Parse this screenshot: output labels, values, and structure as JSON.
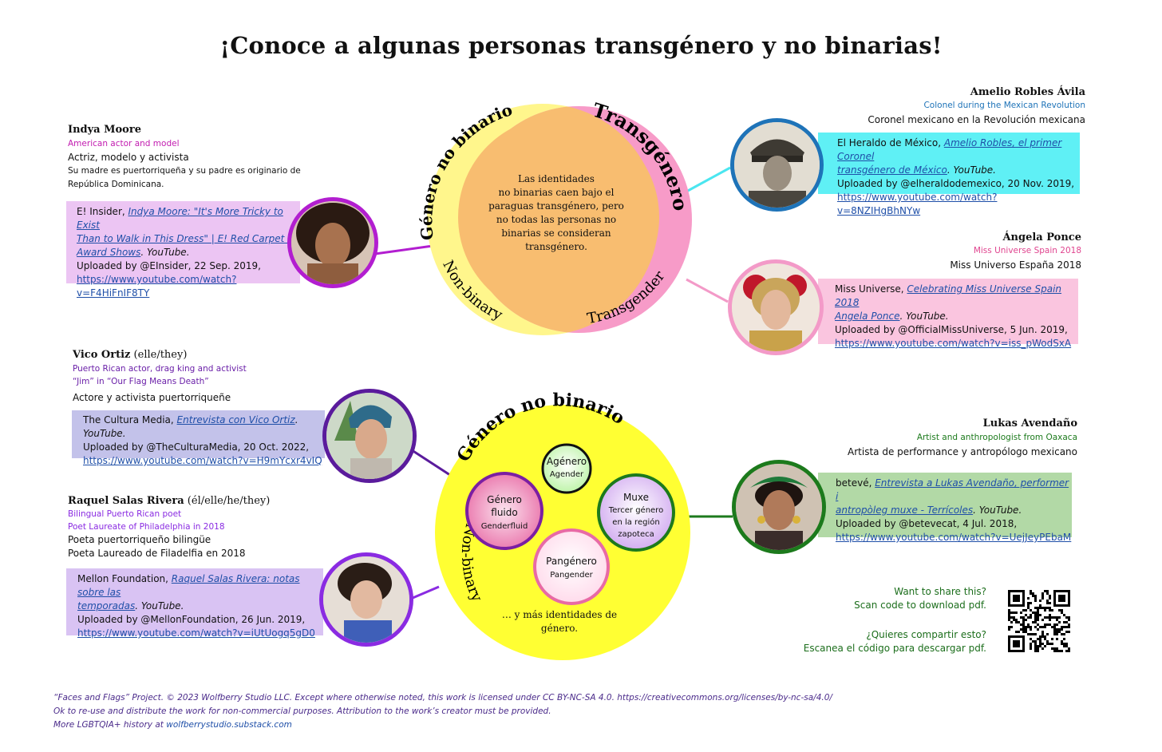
{
  "title": "¡Conoce a algunas personas transgénero y no binarias!",
  "colors": {
    "nonbinary_yellow": "#fff68c",
    "trans_pink": "#f79bc8",
    "overlap_orange": "#f8bd70",
    "bright_yellow": "#ffff33",
    "cyan": "#5ff0f5",
    "purple": "#7b1fa2",
    "green": "#1c6e1c"
  },
  "venn": {
    "nb_label_es": "Género no binario",
    "nb_label_en": "Non-binary",
    "trans_label_es": "Transgénero",
    "trans_label_en": "Transgender",
    "center_lines": [
      "Las identidades",
      "no binarias caen bajo el",
      "paraguas transgénero, pero",
      "no todas las personas no",
      "binarias se consideran",
      "transgénero."
    ]
  },
  "nb_circle": {
    "label_es": "Género no binario",
    "label_en": "Non-binary",
    "identities": [
      {
        "es": "Agénero",
        "en": "Agender"
      },
      {
        "es_line1": "Género",
        "es_line2": "fluido",
        "en": "Genderfluid"
      },
      {
        "es": "Muxe",
        "en_line1": "Tercer género",
        "en_line2": "en la región",
        "en_line3": "zapoteca"
      },
      {
        "es": "Pangénero",
        "en": "Pangender"
      }
    ],
    "more_line1": "… y más identidades de",
    "more_line2": "género."
  },
  "people": {
    "indya": {
      "name": "Indya Moore",
      "en": "American actor and model",
      "es": "Actriz, modelo y activista",
      "note_line1": "Su madre es puertorriqueña y su padre es originario de",
      "note_line2": "República Dominicana.",
      "source": "E! Insider, ",
      "link_title_line1": "Indya Moore: \"It's More Tricky to Exist",
      "link_title_line2": "Than to Walk in This Dress\" | E! Red Carpet &",
      "link_title_line3": "Award Shows",
      "yt": ". YouTube.",
      "uploaded": "Uploaded by @EInsider, 22 Sep. 2019,",
      "url": "https://www.youtube.com/watch?v=F4HiFnIF8TY"
    },
    "amelio": {
      "name": "Amelio Robles Ávila",
      "en": "Colonel during the Mexican Revolution",
      "es": "Coronel mexicano en la Revolución mexicana",
      "source": "El Heraldo de México, ",
      "link_title_line1": "Amelio Robles, el primer Coronel",
      "link_title_line2": "transgénero de México",
      "yt": ". YouTube.",
      "uploaded": "Uploaded by @elheraldodemexico, 20 Nov. 2019,",
      "url": "https://www.youtube.com/watch?v=8NZIHgBhNYw"
    },
    "angela": {
      "name": "Ángela Ponce",
      "en": "Miss Universe Spain 2018",
      "es": "Miss Universo España 2018",
      "source": "Miss Universe, ",
      "link_title_line1": "Celebrating Miss Universe Spain 2018",
      "link_title_line2": "Angela Ponce",
      "yt": ". YouTube.",
      "uploaded": "Uploaded by @OfficialMissUniverse, 5 Jun. 2019,",
      "url": "https://www.youtube.com/watch?v=iss_pWodSxA"
    },
    "vico": {
      "name": "Vico Ortiz",
      "pronouns": " (elle/they)",
      "en_line1": "Puerto Rican actor, drag king and activist",
      "en_line2": "“Jim” in “Our Flag Means Death”",
      "es": "Actore y activista puertorriqueñe",
      "source": "The Cultura Media, ",
      "link_title_line1": "Entrevista con Vico Ortiz",
      "yt": ". YouTube.",
      "uploaded": "Uploaded by @TheCulturaMedia, 20 Oct. 2022,",
      "url": "https://www.youtube.com/watch?v=H9mYcxr4vIQ"
    },
    "raquel": {
      "name": "Raquel Salas Rivera",
      "pronouns": " (él/elle/he/they)",
      "en_line1": "Bilingual Puerto Rican poet",
      "en_line2": "Poet Laureate of Philadelphia in 2018",
      "es_line1": "Poeta puertorriqueño bilingüe",
      "es_line2": "Poeta Laureado de Filadelfia en 2018",
      "source": "Mellon Foundation, ",
      "link_title_line1": "Raquel Salas Rivera: notas sobre las",
      "link_title_line2": "temporadas",
      "yt": ". YouTube.",
      "uploaded": "Uploaded by @MellonFoundation, 26 Jun. 2019,",
      "url": "https://www.youtube.com/watch?v=iUtUogq5gD0"
    },
    "lukas": {
      "name": "Lukas Avendaño",
      "en": "Artist and anthropologist from Oaxaca",
      "es": "Artista de performance y antropólogo mexicano",
      "source": "betevé, ",
      "link_title_line1": "Entrevista a Lukas Avendaño, performer i",
      "link_title_line2": "antropòleg muxe - Terrícoles",
      "yt": ". YouTube.",
      "uploaded": "Uploaded by @betevecat, 4 Jul. 2018,",
      "url": "https://www.youtube.com/watch?v=UejJeyPEbaM"
    }
  },
  "share": {
    "en_line1": "Want to share this?",
    "en_line2": "Scan code to download pdf.",
    "es_line1": "¿Quieres compartir esto?",
    "es_line2": "Escanea el código para descargar pdf."
  },
  "footer": {
    "line1": "“Faces and Flags” Project. © 2023 Wolfberry Studio LLC. Except where otherwise noted, this work is licensed under CC BY-NC-SA 4.0.  https://creativecommons.org/licenses/by-nc-sa/4.0/",
    "line2": "Ok to re-use and distribute the work for non-commercial purposes.  Attribution to the work’s creator must be provided.",
    "line3_prefix": "More LGBTQIA+ history at ",
    "line3_link": "wolfberrystudio.substack.com"
  }
}
